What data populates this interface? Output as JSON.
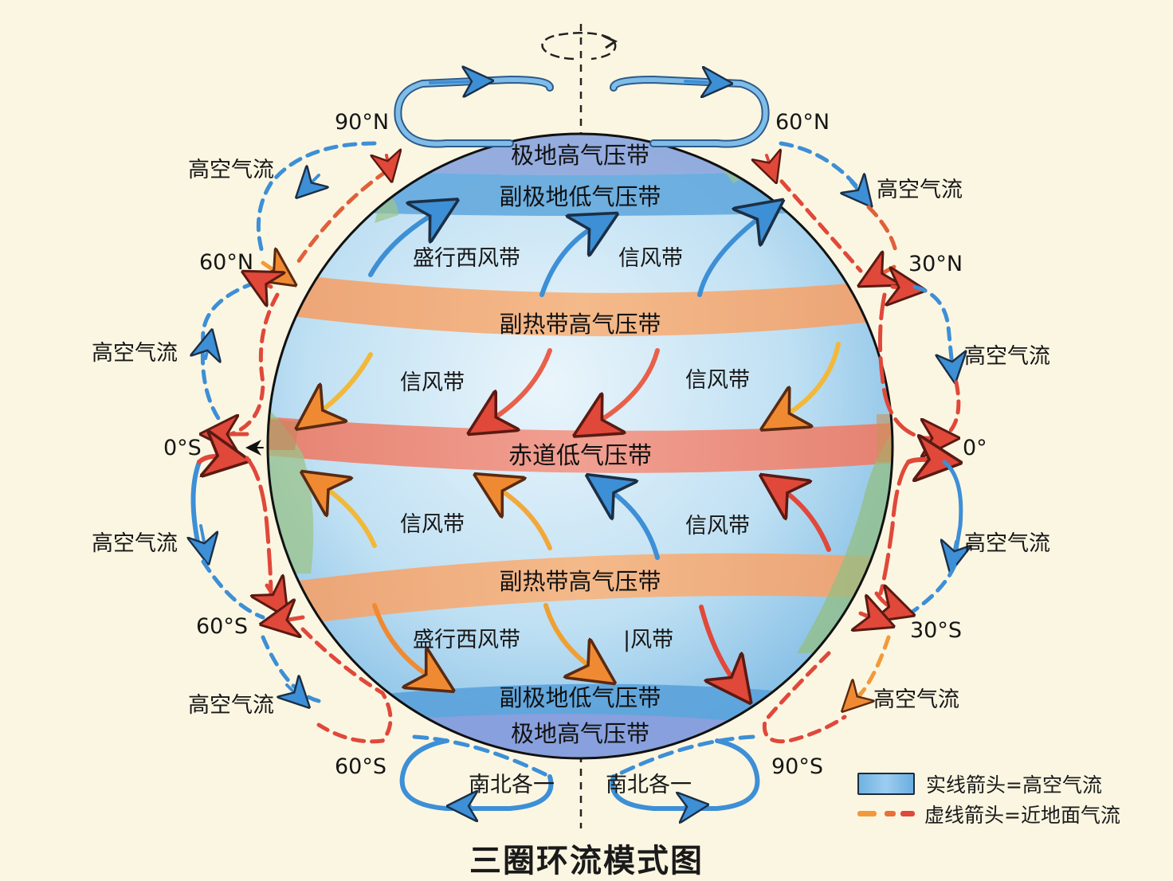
{
  "title": "三圈环流模式图",
  "colors": {
    "background": "#fbf6e2",
    "ocean_blue": "#8cc4e8",
    "polar_high": "#8fa8dc",
    "subpolar_low": "#5aa4db",
    "subtropical_high": "#f2a877",
    "equatorial_low": "#ef8f7e",
    "upper_air_arrow": "#3d8fd6",
    "surface_red": "#e0483a",
    "surface_orange": "#f29a3a",
    "surface_yellow": "#f2c43a"
  },
  "rotation_axis": {
    "icon": "rotation-arrow-icon"
  },
  "pressure_belts": [
    {
      "id": "polar-high-north",
      "label": "极地高气压带"
    },
    {
      "id": "subpolar-low-north",
      "label": "副极地低气压带"
    },
    {
      "id": "subtropical-high-north",
      "label": "副热带高气压带"
    },
    {
      "id": "equatorial-low",
      "label": "赤道低气压带"
    },
    {
      "id": "subtropical-high-south",
      "label": "副热带高气压带"
    },
    {
      "id": "subpolar-low-south",
      "label": "副极地低气压带"
    },
    {
      "id": "polar-high-south",
      "label": "极地高气压带"
    }
  ],
  "wind_belts": [
    {
      "id": "westerlies-north",
      "label": "盛行西风带"
    },
    {
      "id": "trades-north-upper",
      "label": "信风带"
    },
    {
      "id": "trades-north-left",
      "label": "信风带"
    },
    {
      "id": "trades-north-right",
      "label": "信风带"
    },
    {
      "id": "trades-south-left",
      "label": "信风带"
    },
    {
      "id": "trades-south-right",
      "label": "信风带"
    },
    {
      "id": "westerlies-south",
      "label": "盛行西风带"
    },
    {
      "id": "trades-south-lower",
      "label": "|风带"
    }
  ],
  "latitude_labels": {
    "left": [
      "90°N",
      "60°N",
      "0°S",
      "60°S",
      "60°S"
    ],
    "right": [
      "60°N",
      "30°N",
      "0°",
      "30°S",
      "90°S"
    ]
  },
  "upper_air_labels": {
    "left": [
      "高空气流",
      "高空气流",
      "高空气流",
      "高空气流"
    ],
    "right": [
      "高空气流",
      "高空气流",
      "高空气流",
      "高空气流"
    ]
  },
  "bottom_labels": [
    "南北各一",
    "南北各一"
  ],
  "legend": {
    "solid": "实线箭头=高空气流",
    "dashed": "虚线箭头=近地面气流"
  }
}
